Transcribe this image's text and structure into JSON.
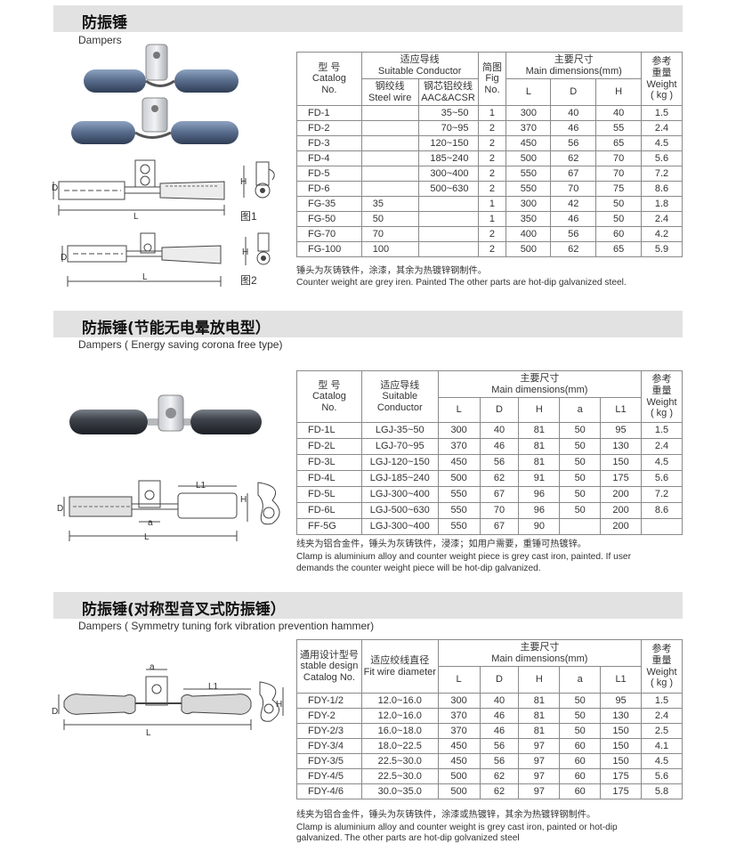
{
  "sections": [
    {
      "title": "防振锤",
      "subtitle": "Dampers",
      "fig_labels": [
        "图1",
        "图2"
      ],
      "headers": {
        "catalog": [
          "型 号",
          "Catalog",
          "No."
        ],
        "conductor": [
          "适应导线",
          "Suitable Conductor"
        ],
        "steel": [
          "钢绞线",
          "Steel wire"
        ],
        "acsr": [
          "钢芯铝绞线",
          "AAC&ACSR"
        ],
        "fig": [
          "简图",
          "Fig",
          "No."
        ],
        "dims": [
          "主要尺寸",
          "Main dimensions(mm)"
        ],
        "L": "L",
        "D": "D",
        "H": "H",
        "weight": [
          "参考",
          "重量",
          "Weight",
          "( kg )"
        ]
      },
      "rows": [
        [
          "FD-1",
          "",
          "35~50",
          "1",
          "300",
          "40",
          "40",
          "1.5"
        ],
        [
          "FD-2",
          "",
          "70~95",
          "2",
          "370",
          "46",
          "55",
          "2.4"
        ],
        [
          "FD-3",
          "",
          "120~150",
          "2",
          "450",
          "56",
          "65",
          "4.5"
        ],
        [
          "FD-4",
          "",
          "185~240",
          "2",
          "500",
          "62",
          "70",
          "5.6"
        ],
        [
          "FD-5",
          "",
          "300~400",
          "2",
          "550",
          "67",
          "70",
          "7.2"
        ],
        [
          "FD-6",
          "",
          "500~630",
          "2",
          "550",
          "70",
          "75",
          "8.6"
        ],
        [
          "FG-35",
          "35",
          "",
          "1",
          "300",
          "42",
          "50",
          "1.8"
        ],
        [
          "FG-50",
          "50",
          "",
          "1",
          "350",
          "46",
          "50",
          "2.4"
        ],
        [
          "FG-70",
          "70",
          "",
          "2",
          "400",
          "56",
          "60",
          "4.2"
        ],
        [
          "FG-100",
          "100",
          "",
          "2",
          "500",
          "62",
          "65",
          "5.9"
        ]
      ],
      "note_cn": "锤头为灰铸铁件，涂漆，其余为热镀锌钢制件。",
      "note_en": "Counter weight are grey iren. Painted The other parts are hot-dip galvanized steel."
    },
    {
      "title": "防振锤(节能无电晕放电型）",
      "subtitle": "Dampers ( Energy saving corona free type)",
      "headers": {
        "catalog": [
          "型 号",
          "Catalog",
          "No."
        ],
        "conductor": [
          "适应导线",
          "Suitable",
          "Conductor"
        ],
        "dims": [
          "主要尺寸",
          "Main dimensions(mm)"
        ],
        "L": "L",
        "D": "D",
        "H": "H",
        "a": "a",
        "L1": "L1",
        "weight": [
          "参考",
          "重量",
          "Weight",
          "( kg )"
        ]
      },
      "rows": [
        [
          "FD-1L",
          "LGJ-35~50",
          "300",
          "40",
          "81",
          "50",
          "95",
          "1.5"
        ],
        [
          "FD-2L",
          "LGJ-70~95",
          "370",
          "46",
          "81",
          "50",
          "130",
          "2.4"
        ],
        [
          "FD-3L",
          "LGJ-120~150",
          "450",
          "56",
          "81",
          "50",
          "150",
          "4.5"
        ],
        [
          "FD-4L",
          "LGJ-185~240",
          "500",
          "62",
          "91",
          "50",
          "175",
          "5.6"
        ],
        [
          "FD-5L",
          "LGJ-300~400",
          "550",
          "67",
          "96",
          "50",
          "200",
          "7.2"
        ],
        [
          "FD-6L",
          "LGJ-500~630",
          "550",
          "70",
          "96",
          "50",
          "200",
          "8.6"
        ],
        [
          "FF-5G",
          "LGJ-300~400",
          "550",
          "67",
          "90",
          "",
          "200",
          ""
        ]
      ],
      "note_cn": "线夹为铝合金件，锤头为灰铸铁件，浸漆；如用户需要，重锤可热镀锌。",
      "note_en_1": "Clamp is aluminium alloy and counter weight piece is grey cast iron, painted. If user",
      "note_en_2": "demands the counter weight piece will be hot-dip galvanized."
    },
    {
      "title": "防振锤(对称型音叉式防振锤）",
      "subtitle": "Dampers ( Symmetry tuning fork vibration prevention hammer)",
      "headers": {
        "catalog": [
          "通用设计型号",
          "stable design",
          "Catalog No."
        ],
        "conductor": [
          "适应绞线直径",
          "Fit wire diameter"
        ],
        "dims": [
          "主要尺寸",
          "Main dimensions(mm)"
        ],
        "L": "L",
        "D": "D",
        "H": "H",
        "a": "a",
        "L1": "L1",
        "weight": [
          "参考",
          "重量",
          "Weight",
          "( kg )"
        ]
      },
      "rows": [
        [
          "FDY-1/2",
          "12.0~16.0",
          "300",
          "40",
          "81",
          "50",
          "95",
          "1.5"
        ],
        [
          "FDY-2",
          "12.0~16.0",
          "370",
          "46",
          "81",
          "50",
          "130",
          "2.4"
        ],
        [
          "FDY-2/3",
          "16.0~18.0",
          "370",
          "46",
          "81",
          "50",
          "150",
          "2.5"
        ],
        [
          "FDY-3/4",
          "18.0~22.5",
          "450",
          "56",
          "97",
          "60",
          "150",
          "4.1"
        ],
        [
          "FDY-3/5",
          "22.5~30.0",
          "450",
          "56",
          "97",
          "60",
          "150",
          "4.5"
        ],
        [
          "FDY-4/5",
          "22.5~30.0",
          "500",
          "62",
          "97",
          "60",
          "175",
          "5.6"
        ],
        [
          "FDY-4/6",
          "30.0~35.0",
          "500",
          "62",
          "97",
          "60",
          "175",
          "5.8"
        ]
      ],
      "note_cn": "线夹为铝合金件，锤头为灰铸铁件，涂漆或热镀锌，其余为热镀锌钢制件。",
      "note_en_1": "Clamp is aluminium alloy and counter weight is grey cast iron, painted or hot-dip",
      "note_en_2": "galvanized. The other parts are hot-dip golvanized steel"
    }
  ],
  "drawing_letters": {
    "L": "L",
    "D": "D",
    "H": "H",
    "a": "a",
    "L1": "L1"
  }
}
